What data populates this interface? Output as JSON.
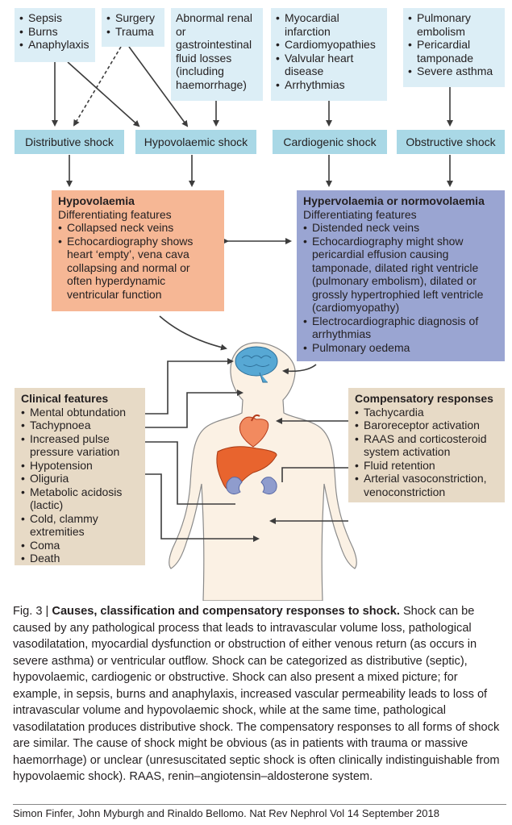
{
  "causes": [
    {
      "id": "distributive",
      "items": [
        "Sepsis",
        "Burns",
        "Anaphylaxis"
      ]
    },
    {
      "id": "surgery",
      "items": [
        "Surgery",
        "Trauma"
      ]
    },
    {
      "id": "fluid-loss",
      "text": "Abnormal renal or gastrointestinal fluid losses (including haemorrhage)"
    },
    {
      "id": "cardiogenic",
      "items": [
        "Myocardial infarction",
        "Cardiomyopathies",
        "Valvular heart disease",
        "Arrhythmias"
      ]
    },
    {
      "id": "obstructive",
      "items": [
        "Pulmonary embolism",
        "Pericardial tamponade",
        "Severe asthma"
      ]
    }
  ],
  "shock_types": [
    "Distributive shock",
    "Hypovolaemic shock",
    "Cardiogenic shock",
    "Obstructive shock"
  ],
  "hypovolaemia": {
    "title": "Hypovolaemia",
    "subtitle": "Differentiating features",
    "items": [
      "Collapsed neck veins",
      "Echocardiography shows heart ‘empty’, vena cava collapsing and normal or often hyperdynamic ventricular function"
    ]
  },
  "hypervolaemia": {
    "title": "Hypervolaemia or normovolaemia",
    "subtitle": "Differentiating features",
    "items": [
      "Distended neck veins",
      "Echocardiography might show pericardial effusion causing tamponade, dilated right ventricle (pulmonary embolism), dilated or grossly hypertrophied left ventricle (cardiomyopathy)",
      "Electrocardiographic diagnosis of arrhythmias",
      "Pulmonary oedema"
    ]
  },
  "clinical_features": {
    "title": "Clinical features",
    "items": [
      "Mental obtundation",
      "Tachypnoea",
      "Increased pulse pressure variation",
      "Hypotension",
      "Oliguria",
      "Metabolic acidosis (lactic)",
      "Cold, clammy extremities",
      "Coma",
      "Death"
    ]
  },
  "compensatory": {
    "title": "Compensatory responses",
    "items": [
      "Tachycardia",
      "Baroreceptor activation",
      "RAAS and corticosteroid system activation",
      "Fluid retention",
      "Arterial vasoconstriction, venoconstriction"
    ]
  },
  "caption": {
    "label": "Fig. 3 | ",
    "title": "Causes, classification and compensatory responses to shock.",
    "body": " Shock can be caused by any pathological process that leads to intravascular volume loss, pathological vasodilatation, myocardial dysfunction or obstruction of either venous return (as occurs in severe asthma) or ventricular outflow. Shock can be categorized as distributive (septic), hypovolaemic, cardiogenic or obstructive. Shock can also present a mixed picture; for example, in sepsis, burns and anaphylaxis, increased vascular permeability leads to loss of intravascular volume and hypovolaemic shock, while at the same time, pathological vasodilatation produces distributive shock. The compensatory responses to all forms of shock are similar. The cause of shock might be obvious (as in patients with trauma or massive haemorrhage) or unclear (unresuscitated septic shock is often clinically indistinguishable from hypovolaemic shock). RAAS, renin–angiotensin–aldosterone system."
  },
  "credit": "Simon Finfer, John Myburgh and Rinaldo Bellomo. Nat Rev Nephrol Vol 14 September 2018",
  "colors": {
    "cause_box": "#dceef6",
    "type_box": "#a9d8e6",
    "hypovolaemia": "#f6b795",
    "hypervolaemia": "#9aa5d2",
    "beige": "#e7dac6",
    "body": "#fbf1e4",
    "brain": "#57a8d4",
    "liver": "#e8642e",
    "kidney": "#8f9ccd"
  }
}
